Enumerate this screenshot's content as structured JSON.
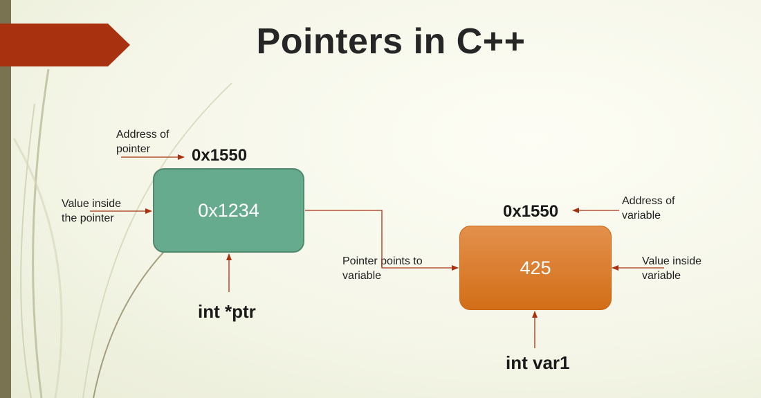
{
  "title": "Pointers in C++",
  "pointer": {
    "address_label": "Address of pointer",
    "address_label_line1": "Address of",
    "address_label_line2": "pointer",
    "address": "0x1550",
    "value_label_line1": "Value inside",
    "value_label_line2": "the pointer",
    "value": "0x1234",
    "declaration": "int *ptr"
  },
  "link": {
    "label_line1": "Pointer points to",
    "label_line2": "variable"
  },
  "variable": {
    "address_label_line1": "Address of",
    "address_label_line2": "variable",
    "address": "0x1550",
    "value_label_line1": "Value inside",
    "value_label_line2": "variable",
    "value": "425",
    "declaration": "int var1"
  },
  "colors": {
    "pointer_box": "#67ab8e",
    "variable_box": "#d9782e",
    "arrow": "#a8320f",
    "ribbon": "#a8320f"
  }
}
